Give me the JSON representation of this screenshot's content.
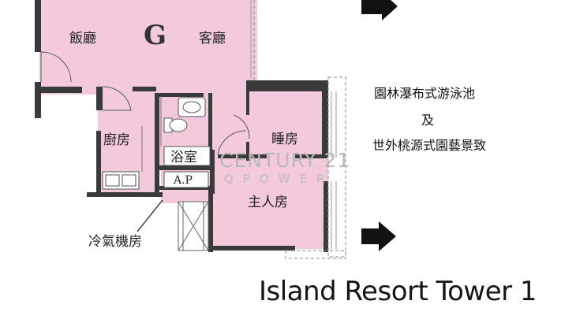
{
  "unit": {
    "letter": "G",
    "rooms": {
      "dining": "飯廳",
      "living": "客廳",
      "kitchen": "廚房",
      "bathroom": "浴室",
      "ap": "A.P",
      "bedroom": "睡房",
      "master_bedroom": "主人房",
      "ac_plant_room": "冷氣機房"
    }
  },
  "view_notes": {
    "line1": "園林瀑布式游泳池",
    "line2": "及",
    "line3": "世外桃源式園藝景致"
  },
  "watermark": {
    "brand": "CENTURY 21",
    "sub": "QPOWER"
  },
  "title": "Island Resort Tower 1",
  "colors": {
    "room_fill": "#f3cadb",
    "wall": "#3a3a3a",
    "arrow": "#111111"
  },
  "icons": [
    "arrow-right-icon",
    "toilet-icon",
    "basin-icon",
    "sink-icon",
    "door-swing-icon"
  ]
}
